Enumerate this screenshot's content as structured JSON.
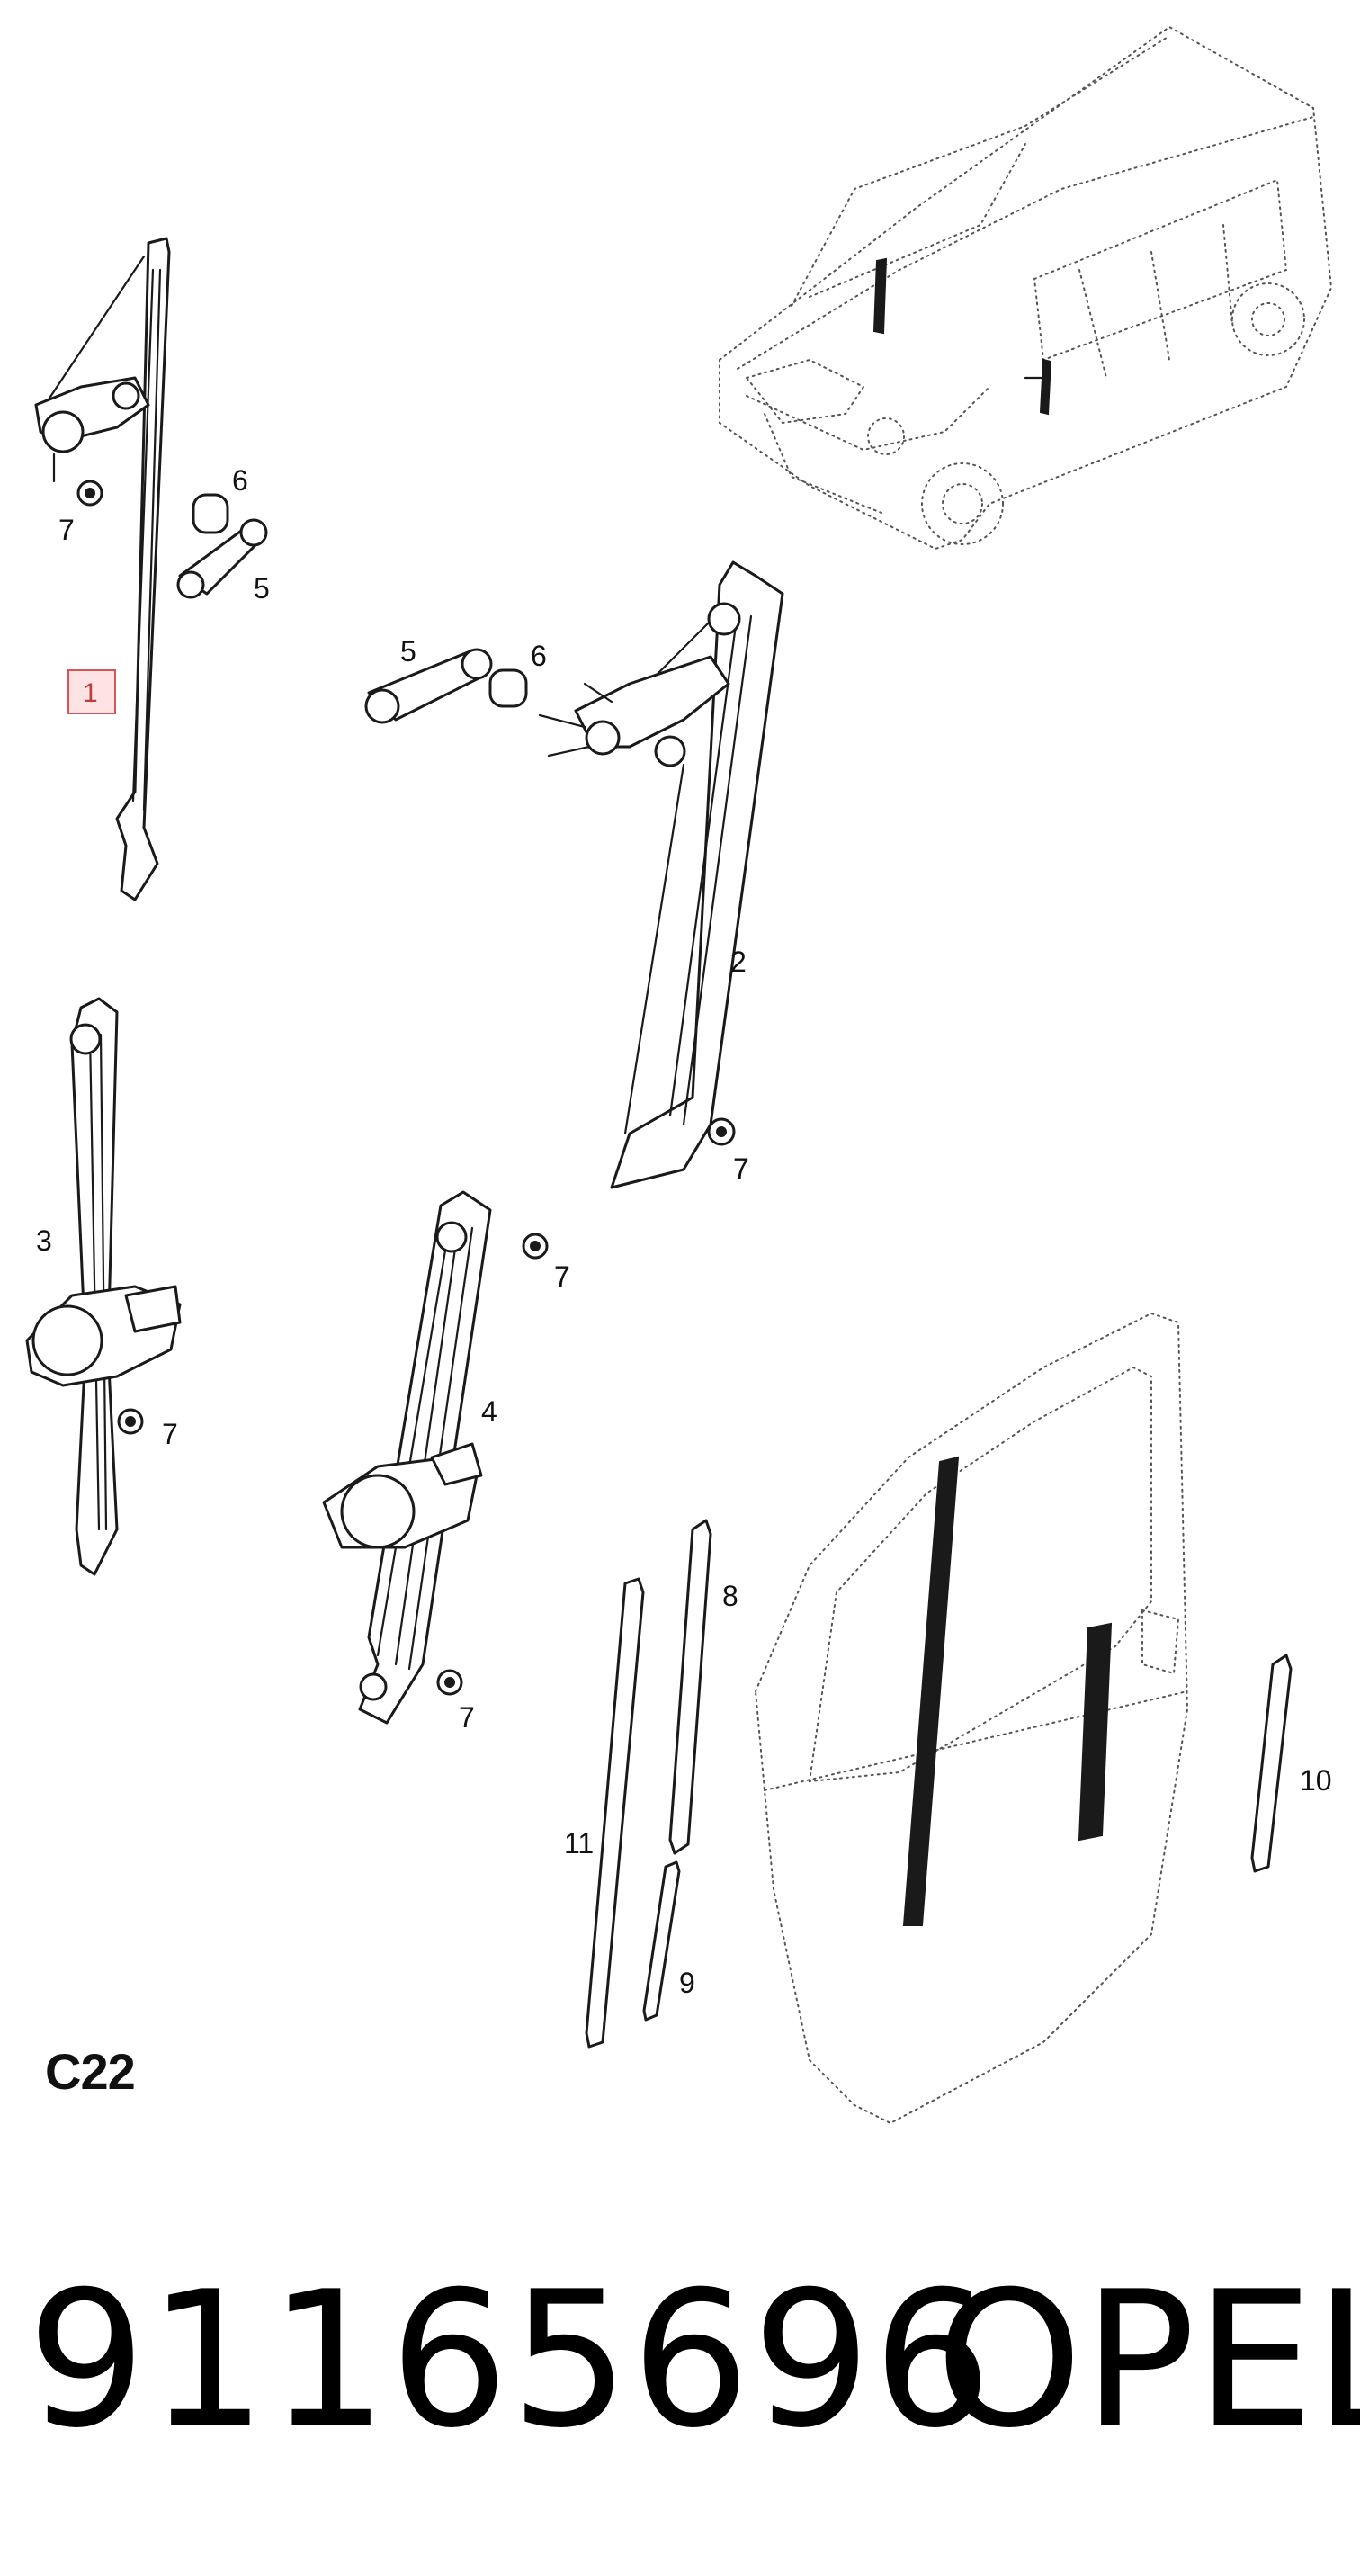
{
  "diagram": {
    "code": "C22",
    "callouts": {
      "c1": "1",
      "c2": "2",
      "c3": "3",
      "c4": "4",
      "c5a": "5",
      "c5b": "5",
      "c6a": "6",
      "c6b": "6",
      "c7a": "7",
      "c7b": "7",
      "c7c": "7",
      "c7d": "7",
      "c7e": "7",
      "c8": "8",
      "c9": "9",
      "c10": "10",
      "c11": "11"
    },
    "highlighted_callout": "1"
  },
  "footer": {
    "part_number": "91165696",
    "brand": "OPEL"
  }
}
